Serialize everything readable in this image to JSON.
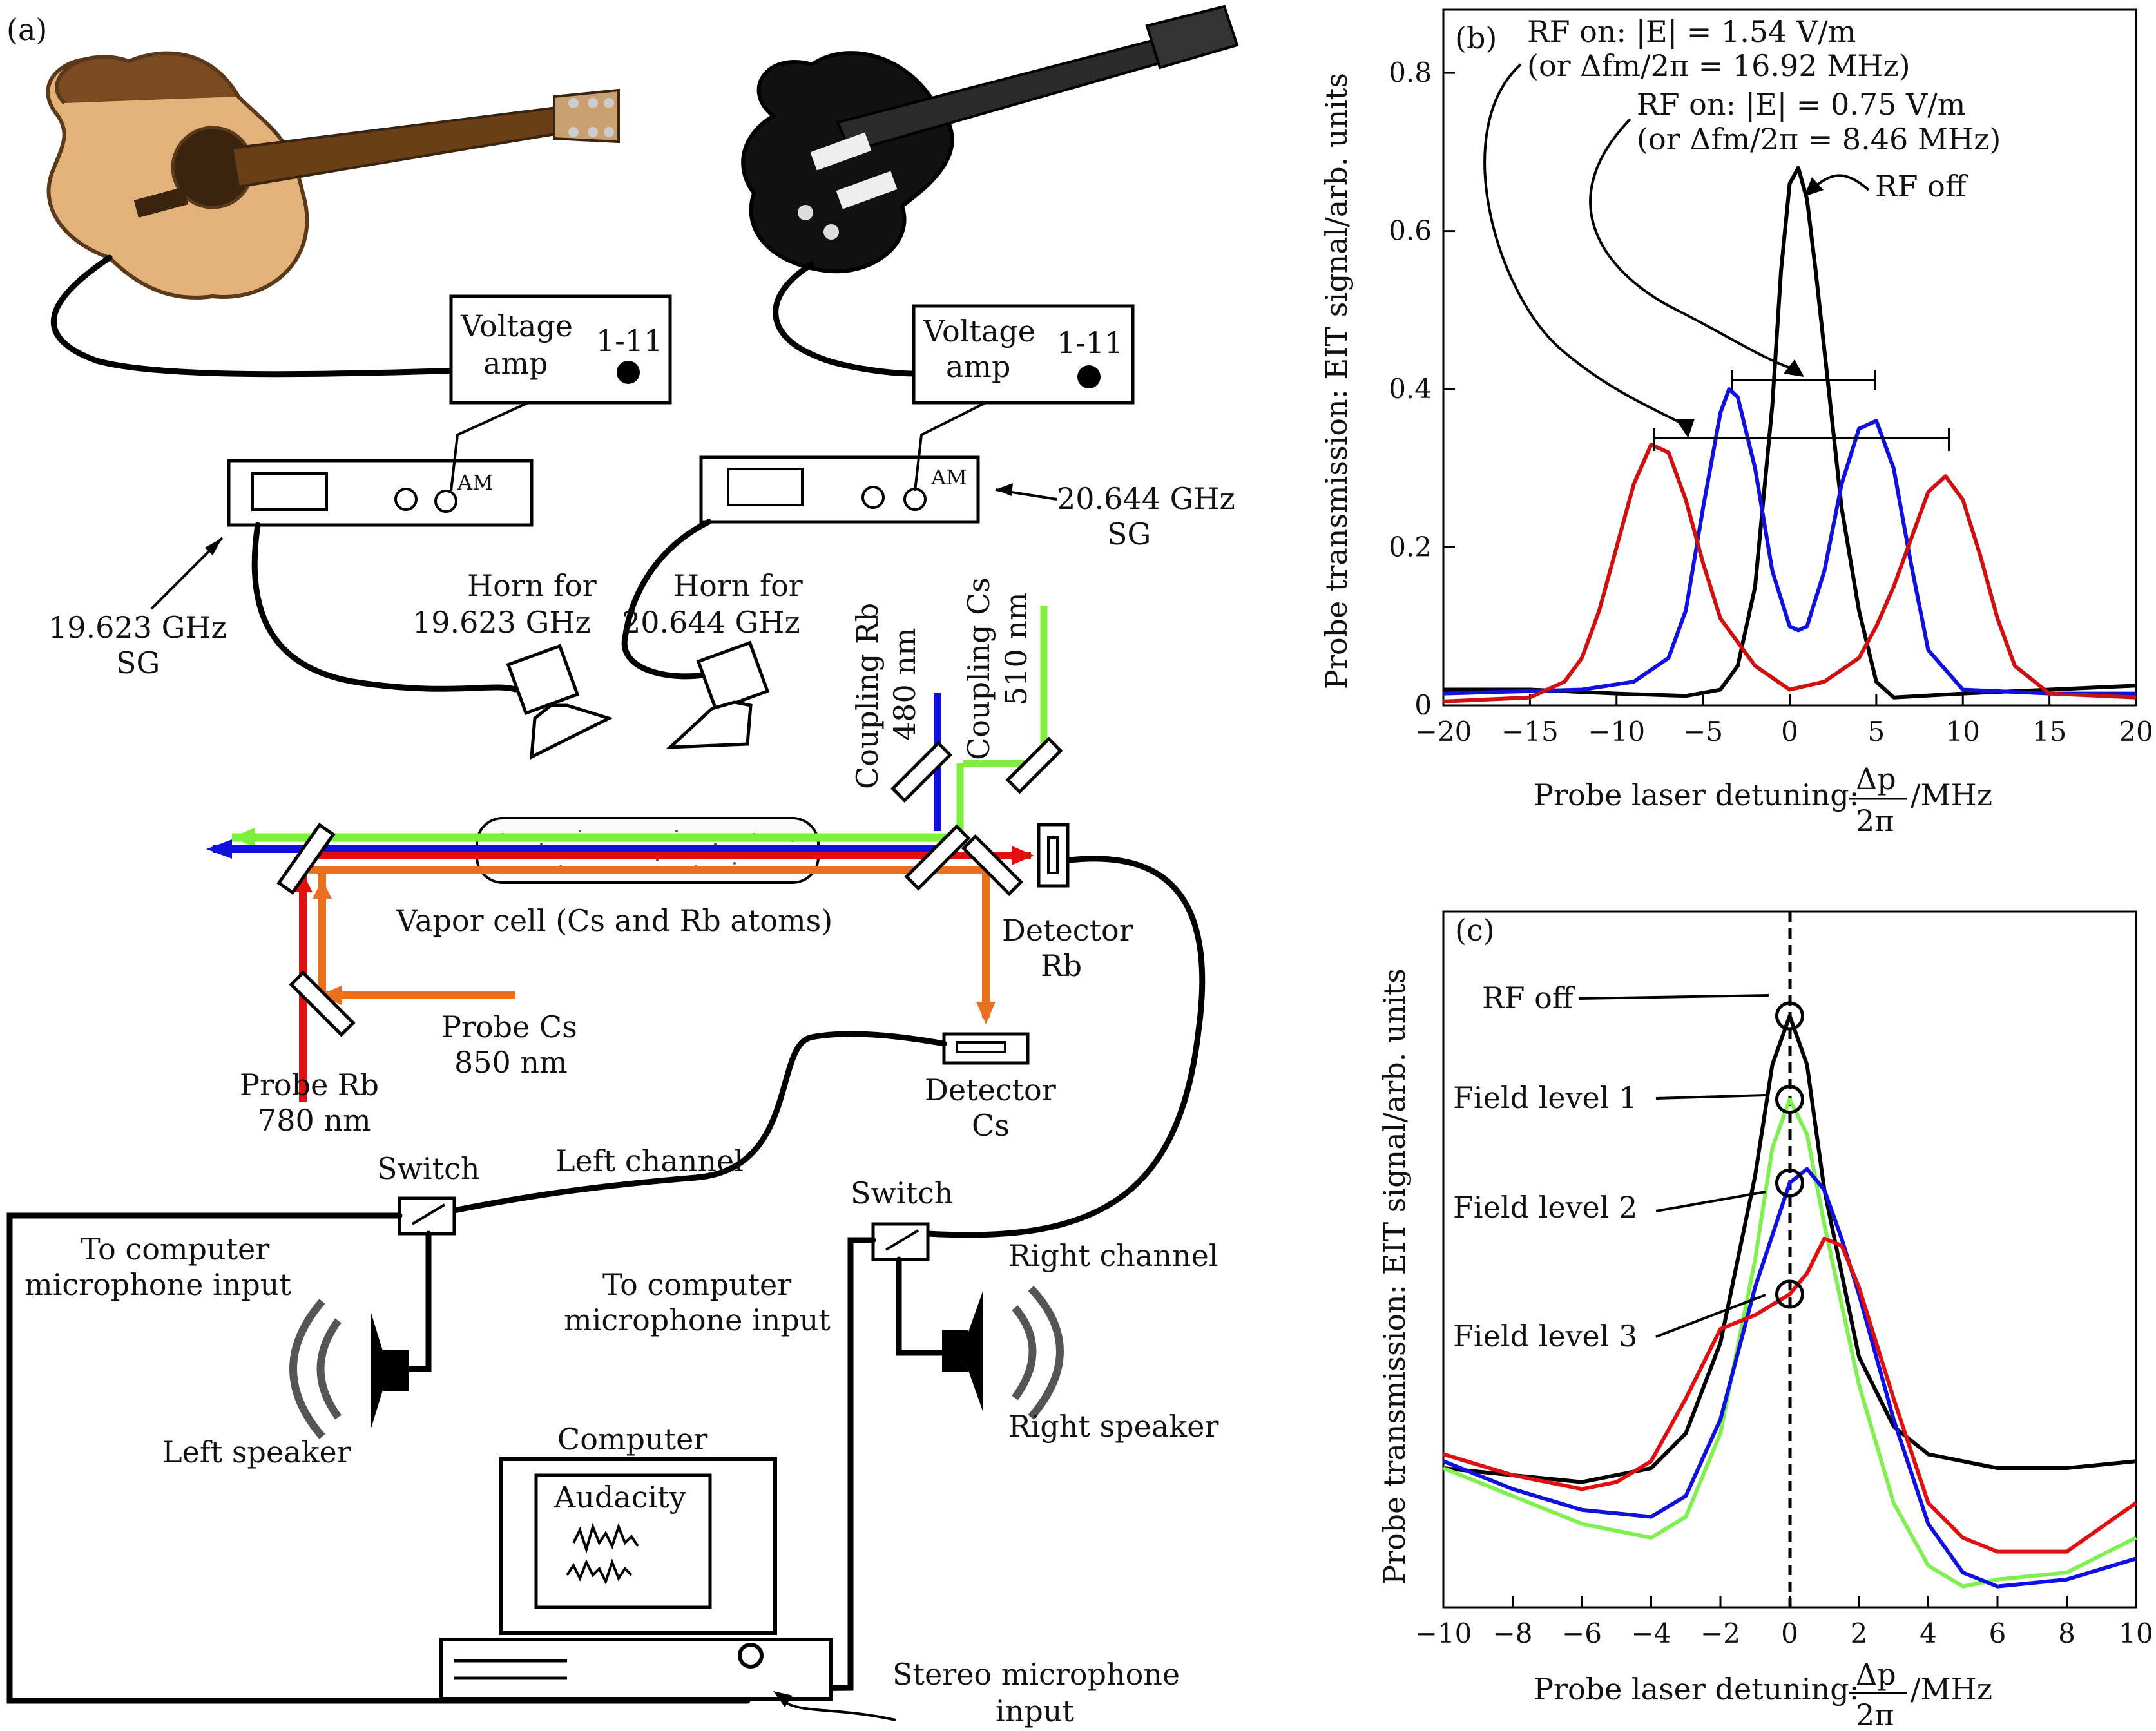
{
  "panel_a": {
    "label": "(a)",
    "voltage_amp_label_1": "Voltage",
    "voltage_amp_label_2": "amp",
    "amp_range_left": "1-11",
    "amp_range_right": "1-11",
    "am_label_left": "AM",
    "am_label_right": "AM",
    "sg_left_line1": "19.623 GHz",
    "sg_left_line2": "SG",
    "sg_right_line1": "20.644 GHz",
    "sg_right_line2": "SG",
    "horn_left_line1": "Horn for",
    "horn_left_line2": "19.623 GHz",
    "horn_right_line1": "Horn for",
    "horn_right_line2": "20.644 GHz",
    "coupling_rb_line1": "Coupling Rb",
    "coupling_rb_line2": "480 nm",
    "coupling_cs_line1": "Coupling Cs",
    "coupling_cs_line2": "510 nm",
    "vapor_cell": "Vapor cell (Cs and Rb atoms)",
    "detector_rb_line1": "Detector",
    "detector_rb_line2": "Rb",
    "detector_cs_line1": "Detector",
    "detector_cs_line2": "Cs",
    "probe_cs_line1": "Probe Cs",
    "probe_cs_line2": "850 nm",
    "probe_rb_line1": "Probe Rb",
    "probe_rb_line2": "780 nm",
    "switch_left": "Switch",
    "switch_right": "Switch",
    "left_channel": "Left channel",
    "right_channel": "Right channel",
    "to_computer_left_line1": "To computer",
    "to_computer_left_line2": "microphone input",
    "to_computer_right_line1": "To computer",
    "to_computer_right_line2": "microphone input",
    "left_speaker": "Left speaker",
    "right_speaker": "Right speaker",
    "computer": "Computer",
    "audacity": "Audacity",
    "stereo_line1": "Stereo microphone",
    "stereo_line2": "input",
    "colors": {
      "rb_coupling": "#1010e0",
      "cs_coupling": "#7cf03c",
      "rb_probe": "#e01010",
      "cs_probe": "#e87020",
      "guitar_acoustic": "#e3b27a",
      "guitar_electric": "#111111"
    }
  },
  "chart_data": [
    {
      "panel": "(b)",
      "type": "line",
      "xlabel_prefix": "Probe laser detuning: ",
      "xlabel_num": "Δp",
      "xlabel_den": "2π",
      "xlabel_suffix": "/MHz",
      "ylabel": "Probe transmission: EIT signal/arb. units",
      "xlim": [
        -20,
        20
      ],
      "ylim": [
        0,
        0.88
      ],
      "xticks": [
        -20,
        -15,
        -10,
        -5,
        0,
        5,
        10,
        15,
        20
      ],
      "yticks": [
        0,
        0.2,
        0.4,
        0.6,
        0.8
      ],
      "ytick_labels": [
        "0",
        "0.2",
        "0.4",
        "0.6",
        "0.8"
      ],
      "series": [
        {
          "color": "#000000",
          "x": [
            -20,
            -15,
            -10,
            -6,
            -4,
            -3,
            -2,
            -1,
            -0.5,
            0,
            0.5,
            1,
            1.5,
            2,
            3,
            4,
            5,
            6,
            10,
            15,
            20
          ],
          "y": [
            0.02,
            0.02,
            0.015,
            0.012,
            0.02,
            0.05,
            0.15,
            0.38,
            0.55,
            0.66,
            0.68,
            0.64,
            0.55,
            0.45,
            0.25,
            0.12,
            0.03,
            0.01,
            0.015,
            0.02,
            0.025
          ]
        },
        {
          "color": "#1010e0",
          "x": [
            -20,
            -12,
            -9,
            -7,
            -6,
            -5,
            -4,
            -3.5,
            -3,
            -2,
            -1,
            0,
            0.5,
            1,
            2,
            3,
            4,
            5,
            6,
            7,
            8,
            10,
            15,
            20
          ],
          "y": [
            0.015,
            0.02,
            0.03,
            0.06,
            0.12,
            0.25,
            0.37,
            0.4,
            0.39,
            0.3,
            0.17,
            0.1,
            0.095,
            0.1,
            0.17,
            0.28,
            0.35,
            0.36,
            0.3,
            0.18,
            0.07,
            0.02,
            0.015,
            0.015
          ]
        },
        {
          "color": "#d01010",
          "x": [
            -20,
            -15,
            -13,
            -12,
            -11,
            -10,
            -9,
            -8,
            -7,
            -6,
            -5,
            -4,
            -2,
            0,
            2,
            4,
            5,
            6,
            7,
            8,
            9,
            10,
            11,
            12,
            13,
            15,
            20
          ],
          "y": [
            0.005,
            0.01,
            0.03,
            0.06,
            0.12,
            0.2,
            0.28,
            0.33,
            0.32,
            0.26,
            0.18,
            0.11,
            0.05,
            0.02,
            0.03,
            0.06,
            0.1,
            0.15,
            0.21,
            0.27,
            0.29,
            0.26,
            0.19,
            0.11,
            0.05,
            0.015,
            0.01
          ]
        }
      ],
      "annotations": [
        {
          "line1": "RF on: |E| = 1.54 V/m",
          "line2": "(or Δfm/2π = 16.92 MHz)"
        },
        {
          "line1": "RF on: |E| = 0.75 V/m",
          "line2": "(or Δfm/2π = 8.46 MHz)"
        },
        {
          "line1": "RF off"
        }
      ]
    },
    {
      "panel": "(c)",
      "type": "line",
      "xlabel_prefix": "Probe laser detuning: ",
      "xlabel_num": "Δp",
      "xlabel_den": "2π",
      "xlabel_suffix": "/MHz",
      "ylabel": "Probe transmission: EIT signal/arb. units",
      "xlim": [
        -10,
        10
      ],
      "ylim": [
        0,
        1
      ],
      "xticks": [
        -10,
        -8,
        -6,
        -4,
        -2,
        0,
        2,
        4,
        6,
        8,
        10
      ],
      "series": [
        {
          "color": "#000000",
          "x": [
            -10,
            -8,
            -6,
            -4,
            -3,
            -2,
            -1,
            -0.5,
            0,
            0.5,
            1,
            2,
            3,
            4,
            6,
            8,
            10
          ],
          "y": [
            0.2,
            0.19,
            0.18,
            0.2,
            0.25,
            0.38,
            0.62,
            0.78,
            0.85,
            0.78,
            0.6,
            0.36,
            0.26,
            0.22,
            0.2,
            0.2,
            0.21
          ]
        },
        {
          "color": "#80f050",
          "x": [
            -10,
            -8,
            -6,
            -4,
            -3,
            -2,
            -1,
            -0.5,
            0,
            0.5,
            1,
            2,
            3,
            4,
            5,
            6,
            8,
            10
          ],
          "y": [
            0.2,
            0.16,
            0.12,
            0.1,
            0.13,
            0.25,
            0.5,
            0.66,
            0.73,
            0.68,
            0.55,
            0.32,
            0.15,
            0.06,
            0.03,
            0.04,
            0.05,
            0.1
          ]
        },
        {
          "color": "#1010e0",
          "x": [
            -10,
            -8,
            -6,
            -4,
            -3,
            -2,
            -1,
            0,
            0.5,
            1,
            1.5,
            2,
            3,
            4,
            5,
            6,
            8,
            10
          ],
          "y": [
            0.21,
            0.17,
            0.14,
            0.13,
            0.16,
            0.27,
            0.46,
            0.61,
            0.63,
            0.6,
            0.53,
            0.45,
            0.27,
            0.12,
            0.05,
            0.03,
            0.04,
            0.07
          ]
        },
        {
          "color": "#e01010",
          "x": [
            -10,
            -8,
            -6,
            -5,
            -4,
            -3,
            -2,
            -1,
            0,
            0.5,
            1,
            1.5,
            2,
            3,
            4,
            5,
            6,
            8,
            10
          ],
          "y": [
            0.22,
            0.19,
            0.17,
            0.18,
            0.21,
            0.3,
            0.4,
            0.42,
            0.45,
            0.48,
            0.53,
            0.52,
            0.46,
            0.3,
            0.15,
            0.1,
            0.08,
            0.08,
            0.15
          ]
        }
      ],
      "labels": [
        "RF off",
        "Field level 1",
        "Field level 2",
        "Field level 3"
      ]
    }
  ]
}
